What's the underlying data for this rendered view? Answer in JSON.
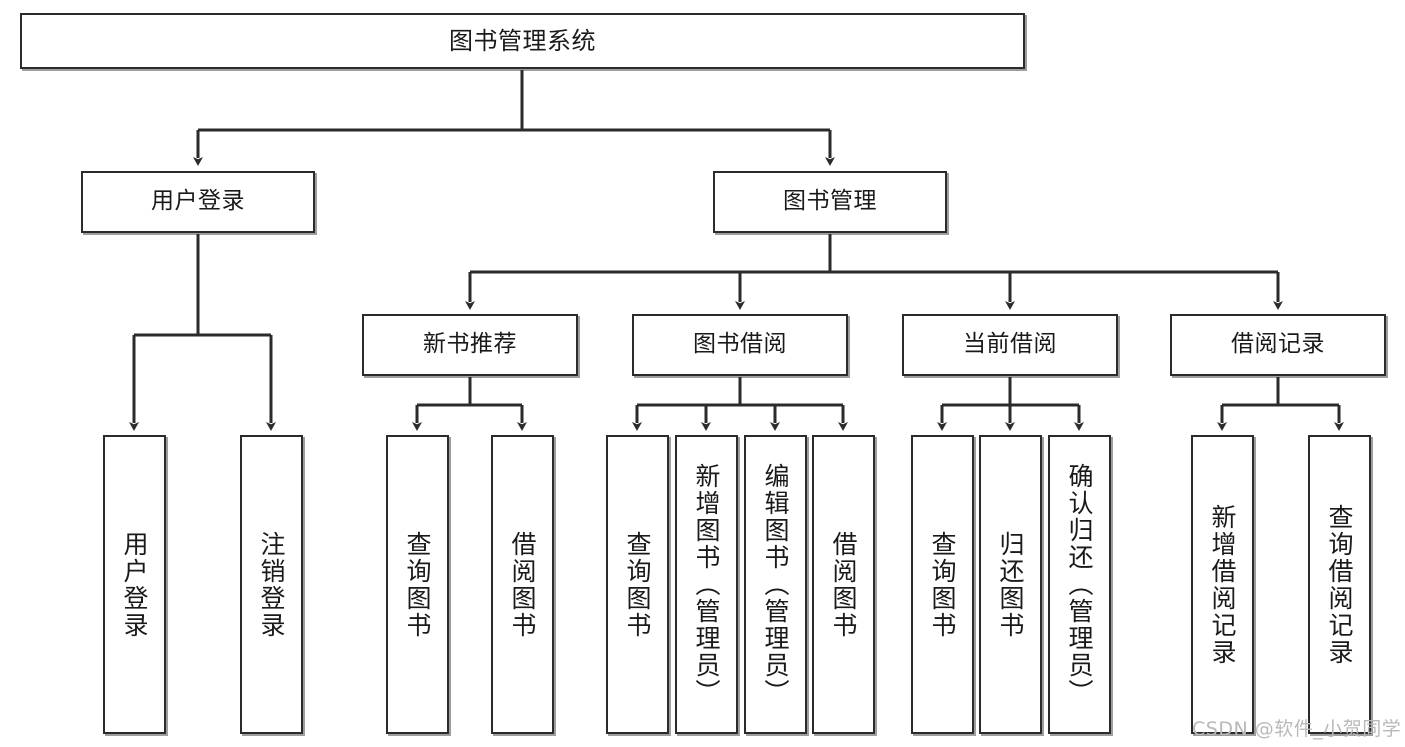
{
  "diagram": {
    "title": "图书管理系统",
    "type": "functional-structure-tree",
    "watermark": "CSDN @软件_小贺同学",
    "accent_color": "#2b2b2b",
    "background_color": "#ffffff"
  },
  "nodes": {
    "root": {
      "label": "图书管理系统",
      "level": 1
    },
    "level2": [
      {
        "id": "user-login",
        "label": "用户登录"
      },
      {
        "id": "book-manage",
        "label": "图书管理"
      }
    ],
    "level3": [
      {
        "id": "new-book-recommend",
        "label": "新书推荐"
      },
      {
        "id": "book-borrow",
        "label": "图书借阅"
      },
      {
        "id": "current-borrow",
        "label": "当前借阅"
      },
      {
        "id": "borrow-record",
        "label": "借阅记录"
      }
    ],
    "level4": {
      "user_login": [
        {
          "id": "leaf-user-login",
          "label": "用户登录"
        },
        {
          "id": "leaf-user-logout",
          "label": "注销登录"
        }
      ],
      "new_book_recommend": [
        {
          "id": "leaf-query-book-1",
          "label": "查询图书"
        },
        {
          "id": "leaf-borrow-book-1",
          "label": "借阅图书"
        }
      ],
      "book_borrow": [
        {
          "id": "leaf-query-book-2",
          "label": "查询图书"
        },
        {
          "id": "leaf-add-book",
          "label": "新增图书（管理员）"
        },
        {
          "id": "leaf-edit-book",
          "label": "编辑图书（管理员）"
        },
        {
          "id": "leaf-borrow-book-2",
          "label": "借阅图书"
        }
      ],
      "current_borrow": [
        {
          "id": "leaf-query-book-3",
          "label": "查询图书"
        },
        {
          "id": "leaf-return-book",
          "label": "归还图书"
        },
        {
          "id": "leaf-confirm-return",
          "label": "确认归还（管理员）"
        }
      ],
      "borrow_record": [
        {
          "id": "leaf-add-record",
          "label": "新增借阅记录"
        },
        {
          "id": "leaf-query-record",
          "label": "查询借阅记录"
        }
      ]
    }
  }
}
